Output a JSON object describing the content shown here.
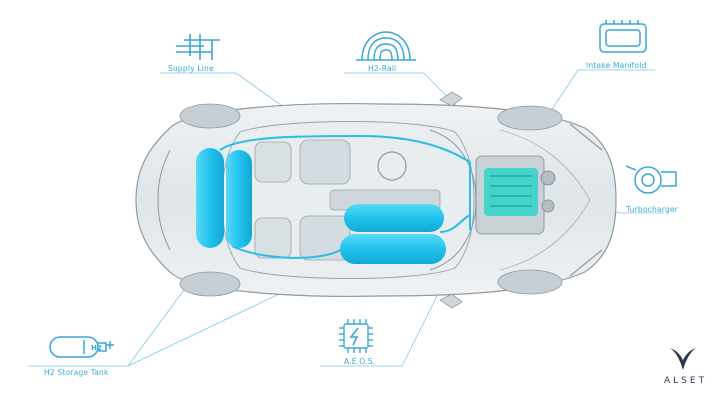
{
  "labels": {
    "supply_line": "Supply Line",
    "h2_rail": "H2-Rail",
    "intake_manifold": "Intake Manifold",
    "turbocharger": "Turbocharger",
    "aeos": "A.E.O.S.",
    "h2_storage_tank": "H2 Storage Tank"
  },
  "tank_badge": "H2",
  "brand": {
    "name": "ALSET"
  },
  "colors": {
    "accent": "#3aa7d6",
    "tank": "#22c3ee",
    "engine": "#2fd4c8",
    "body_line": "#8f9aa3",
    "brand": "#2a3a55"
  }
}
